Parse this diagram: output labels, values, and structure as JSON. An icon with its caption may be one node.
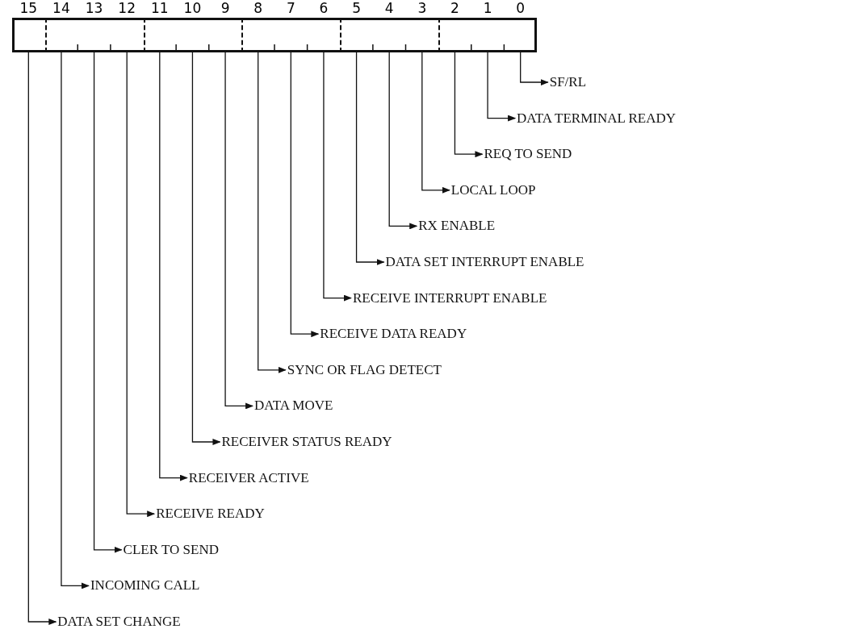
{
  "diagram": {
    "nodes": [
      {
        "text": [],
        "shape": "box",
        "beside": [
          "15"
        ]
      },
      {
        "text": [],
        "shape": "box",
        "beside": [
          "14"
        ]
      },
      {
        "text": [],
        "shape": "box",
        "beside": [
          "13"
        ]
      },
      {
        "text": [],
        "shape": "box",
        "beside": [
          "12"
        ]
      },
      {
        "text": [],
        "shape": "box",
        "beside": [
          "11"
        ]
      },
      {
        "text": [],
        "shape": "box",
        "beside": [
          "10"
        ]
      },
      {
        "text": [],
        "shape": "box",
        "beside": [
          "9"
        ]
      },
      {
        "text": [],
        "shape": "box",
        "beside": [
          "8"
        ]
      },
      {
        "text": [],
        "shape": "box",
        "beside": [
          "7"
        ]
      },
      {
        "text": [],
        "shape": "box",
        "beside": [
          "6"
        ]
      },
      {
        "text": [],
        "shape": "box",
        "beside": [
          "5"
        ]
      },
      {
        "text": [],
        "shape": "box",
        "beside": [
          "4"
        ]
      },
      {
        "text": [],
        "shape": "box",
        "beside": [
          "3"
        ]
      },
      {
        "text": [],
        "shape": "box",
        "beside": [
          "2"
        ]
      },
      {
        "text": [],
        "shape": "box",
        "beside": [
          "1"
        ]
      },
      {
        "text": [],
        "shape": "box",
        "beside": [
          "0"
        ]
      },
      {
        "text": [
          "SF/RL"
        ]
      },
      {
        "text": [
          "DATA TERMINAL READY"
        ]
      },
      {
        "text": [
          "REQ TO SEND"
        ]
      },
      {
        "text": [
          "LOCAL LOOP"
        ]
      },
      {
        "text": [
          "RX ENABLE"
        ]
      },
      {
        "text": [
          "DATA SET INTERRUPT ENABLE"
        ]
      },
      {
        "text": [
          "RECEIVE INTERRUPT ENABLE"
        ]
      },
      {
        "text": [
          "RECEIVE DATA READY"
        ]
      },
      {
        "text": [
          "SYNC OR FLAG DETECT"
        ]
      },
      {
        "text": [
          "DATA MOVE"
        ]
      },
      {
        "text": [
          "RECEIVER STATUS READY"
        ]
      },
      {
        "text": [
          "RECEIVER ACTIVE"
        ]
      },
      {
        "text": [
          "RECEIVE READY"
        ]
      },
      {
        "text": [
          "CLER TO SEND"
        ]
      },
      {
        "text": [
          "INCOMING CALL"
        ]
      },
      {
        "text": [
          "DATA SET CHANGE"
        ]
      }
    ],
    "edges": [
      {
        "from": 15,
        "to": 16,
        "arrow": "to"
      },
      {
        "from": 14,
        "to": 17,
        "arrow": "to"
      },
      {
        "from": 13,
        "to": 18,
        "arrow": "to"
      },
      {
        "from": 12,
        "to": 19,
        "arrow": "to"
      },
      {
        "from": 11,
        "to": 20,
        "arrow": "to"
      },
      {
        "from": 10,
        "to": 21,
        "arrow": "to"
      },
      {
        "from": 9,
        "to": 22,
        "arrow": "to"
      },
      {
        "from": 8,
        "to": 23,
        "arrow": "to"
      },
      {
        "from": 7,
        "to": 24,
        "arrow": "to"
      },
      {
        "from": 6,
        "to": 25,
        "arrow": "to"
      },
      {
        "from": 5,
        "to": 26,
        "arrow": "to"
      },
      {
        "from": 4,
        "to": 27,
        "arrow": "to"
      },
      {
        "from": 3,
        "to": 28,
        "arrow": "to"
      },
      {
        "from": 2,
        "to": 29,
        "arrow": "to"
      },
      {
        "from": 1,
        "to": 30,
        "arrow": "to"
      },
      {
        "from": 0,
        "to": 31,
        "arrow": "to"
      }
    ]
  }
}
